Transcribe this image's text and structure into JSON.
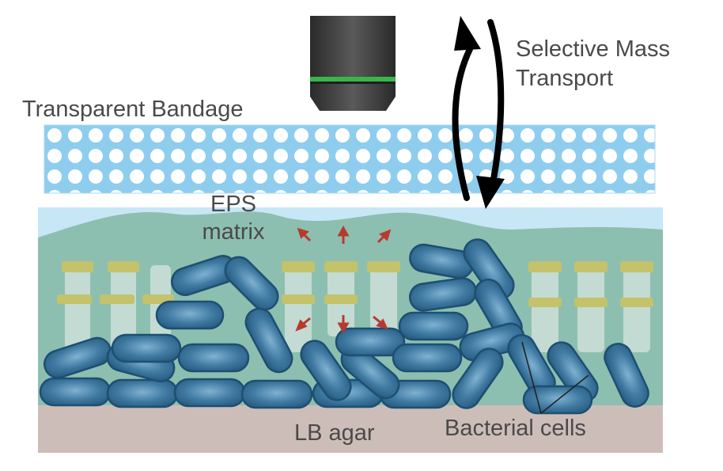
{
  "labels": {
    "bandage": "Transparent Bandage",
    "eps_line1": "EPS",
    "eps_line2": "matrix",
    "transport_line1": "Selective Mass",
    "transport_line2": "Transport",
    "agar": "LB agar",
    "cells": "Bacterial cells"
  },
  "colors": {
    "bandage_mesh": "#7fc3ea",
    "eps_matrix": "#8cbfb0",
    "fluid_layer": "#bfe3f4",
    "agar": "#cdbdb8",
    "cell_fill": "#3f79a1",
    "cell_outline": "#1d4f72",
    "channel_band": "#c9c46a",
    "diffusion_arrow": "#c0392b",
    "objective_body": "#3b3b3b",
    "objective_ring": "#39b54a"
  },
  "icons": {
    "objective": "microscope-objective-icon",
    "transport": "bidirectional-arrow-icon"
  }
}
